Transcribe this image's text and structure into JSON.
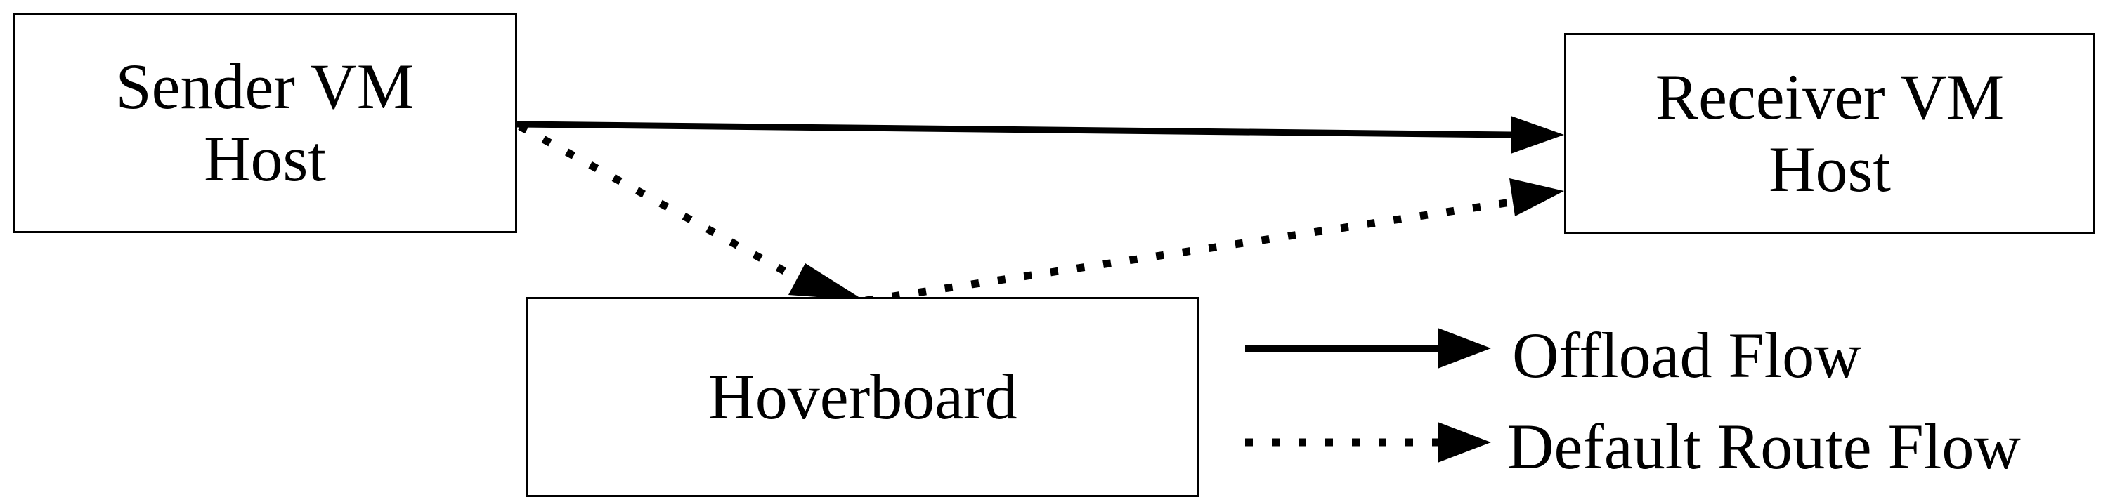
{
  "nodes": {
    "sender": {
      "line1": "Sender VM",
      "line2": "Host"
    },
    "receiver": {
      "line1": "Receiver VM",
      "line2": "Host"
    },
    "hoverboard": {
      "label": "Hoverboard"
    }
  },
  "edges": [
    {
      "from": "Sender VM Host",
      "to": "Receiver VM Host",
      "style": "solid",
      "legend": "Offload Flow"
    },
    {
      "from": "Sender VM Host",
      "to": "Hoverboard",
      "style": "dotted",
      "legend": "Default Route Flow"
    },
    {
      "from": "Hoverboard",
      "to": "Receiver VM Host",
      "style": "dotted",
      "legend": "Default Route Flow"
    }
  ],
  "legend": {
    "offload": "Offload Flow",
    "default_route": "Default Route Flow"
  },
  "colors": {
    "stroke": "#000000",
    "background": "#ffffff"
  }
}
